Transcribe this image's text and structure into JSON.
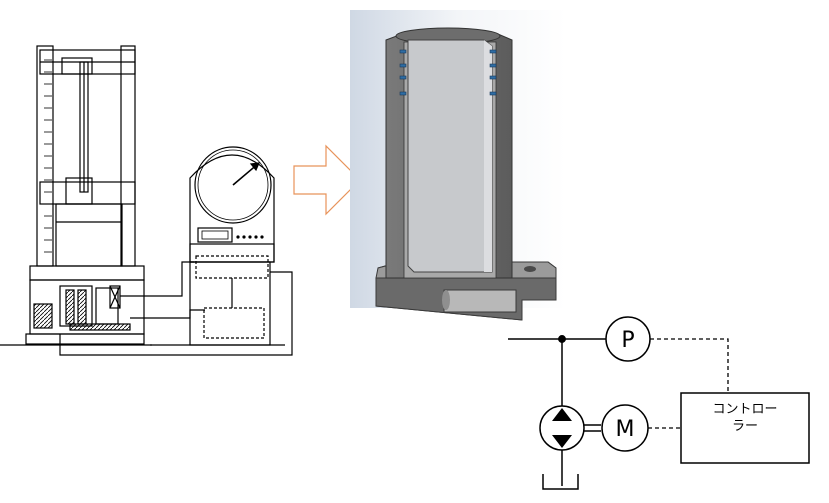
{
  "figure": {
    "gauge_symbol": "P",
    "motor_symbol": "M",
    "controller_label_line1": "コントロー",
    "controller_label_line2": "ラー"
  },
  "icons": {
    "arrow": "hollow-right-arrow-icon",
    "pump": "bidirectional-pump-icon",
    "tank": "tank-icon"
  },
  "colors": {
    "arrow_stroke": "#e8935a",
    "line": "#000000",
    "cad_dark": "#5a5a5a",
    "cad_light": "#c7c9cc"
  }
}
